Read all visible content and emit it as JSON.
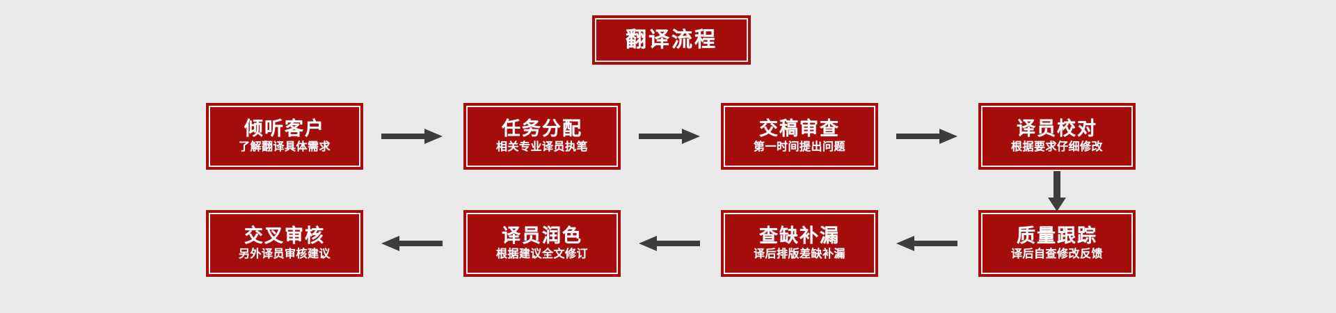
{
  "diagram": {
    "title": "翻译流程",
    "background_color": "#e9e9e9",
    "box_fill_color": "#a50d0d",
    "box_border_color": "#a50d0d",
    "box_inner_line_color": "#f4eeee",
    "text_color": "#ffffff",
    "arrow_color": "#3d3d3d",
    "nodes": [
      {
        "id": "step-1",
        "title": "倾听客户",
        "subtitle": "了解翻译具体需求"
      },
      {
        "id": "step-2",
        "title": "任务分配",
        "subtitle": "相关专业译员执笔"
      },
      {
        "id": "step-3",
        "title": "交稿审查",
        "subtitle": "第一时间提出问题"
      },
      {
        "id": "step-4",
        "title": "译员校对",
        "subtitle": "根据要求仔细修改"
      },
      {
        "id": "step-5",
        "title": "质量跟踪",
        "subtitle": "译后自查修改反馈"
      },
      {
        "id": "step-6",
        "title": "查缺补漏",
        "subtitle": "译后排版差缺补漏"
      },
      {
        "id": "step-7",
        "title": "译员润色",
        "subtitle": "根据建议全文修订"
      },
      {
        "id": "step-8",
        "title": "交叉审核",
        "subtitle": "另外译员审核建议"
      }
    ],
    "connectors": [
      {
        "id": "conn-1-2",
        "direction": "right"
      },
      {
        "id": "conn-2-3",
        "direction": "right"
      },
      {
        "id": "conn-3-4",
        "direction": "right"
      },
      {
        "id": "conn-4-5",
        "direction": "down"
      },
      {
        "id": "conn-5-6",
        "direction": "left"
      },
      {
        "id": "conn-6-7",
        "direction": "left"
      },
      {
        "id": "conn-7-8",
        "direction": "left"
      }
    ]
  }
}
